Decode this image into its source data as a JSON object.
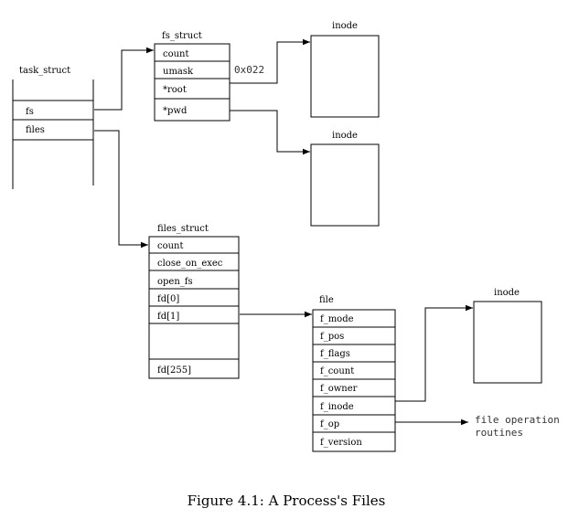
{
  "task_struct": {
    "title": "task_struct",
    "fields": [
      "fs",
      "files"
    ]
  },
  "fs_struct": {
    "title": "fs_struct",
    "fields": [
      "count",
      "umask",
      "*root",
      "*pwd"
    ],
    "umask_value": "0x022"
  },
  "inodes": [
    "inode",
    "inode",
    "inode"
  ],
  "files_struct": {
    "title": "files_struct",
    "fields": [
      "count",
      "close_on_exec",
      "open_fs",
      "fd[0]",
      "fd[1]",
      "",
      "fd[255]"
    ]
  },
  "file": {
    "title": "file",
    "fields": [
      "f_mode",
      "f_pos",
      "f_flags",
      "f_count",
      "f_owner",
      "f_inode",
      "f_op",
      "f_version"
    ]
  },
  "file_ops": {
    "line1": "file operation",
    "line2": "routines"
  },
  "caption": "Figure 4.1: A Process's Files"
}
